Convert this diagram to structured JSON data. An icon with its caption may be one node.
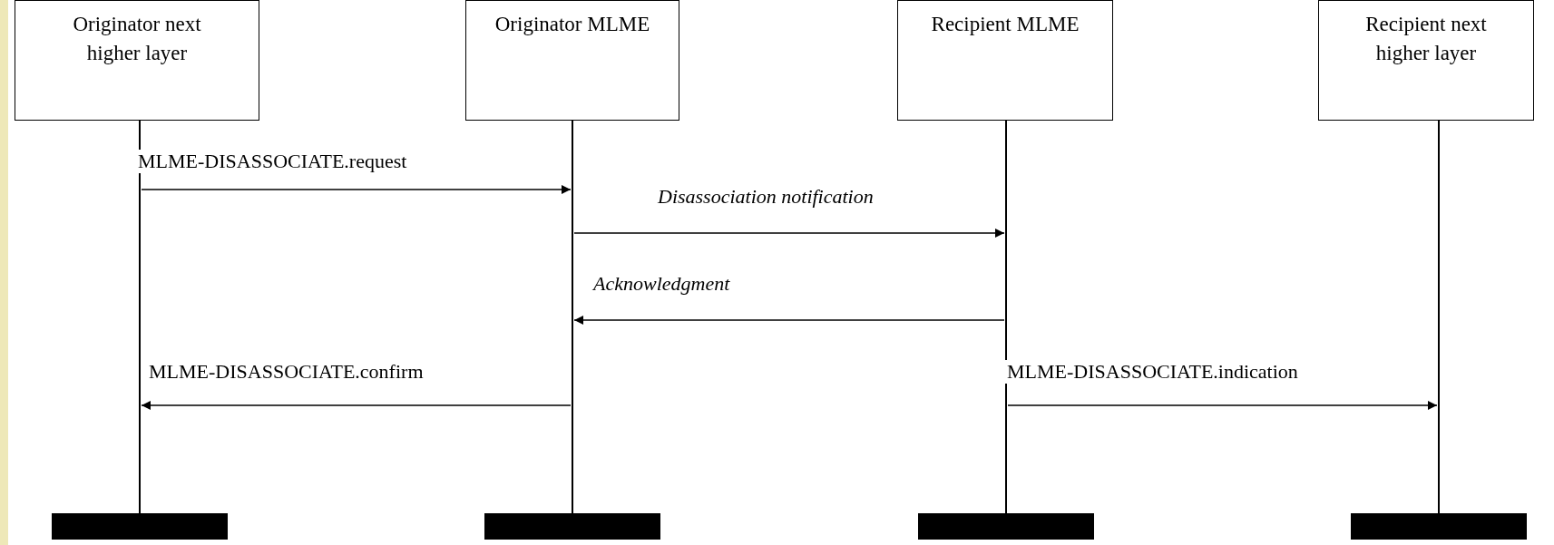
{
  "diagram": {
    "nodes": [
      {
        "text": [
          "Originator next higher layer"
        ]
      },
      {
        "text": [
          "Originator MLME"
        ]
      },
      {
        "text": [
          "Recipient MLME"
        ]
      },
      {
        "text": [
          "Recipient next higher layer"
        ]
      },
      {
        "text": [],
        "shape": "line"
      },
      {
        "text": [],
        "shape": "line"
      },
      {
        "text": [],
        "shape": "line"
      },
      {
        "text": [],
        "shape": "line"
      },
      {
        "text": [],
        "shape": "bar"
      },
      {
        "text": [],
        "shape": "bar"
      },
      {
        "text": [],
        "shape": "bar"
      },
      {
        "text": [],
        "shape": "bar"
      }
    ],
    "edges": [
      {
        "from": 4,
        "to": 5,
        "arrow": "to",
        "label": "MLME-DISASSOCIATE.request"
      },
      {
        "from": 5,
        "to": 6,
        "arrow": "to",
        "label": "Disassociation notification"
      },
      {
        "from": 6,
        "to": 5,
        "arrow": "to",
        "label": "Acknowledgment"
      },
      {
        "from": 5,
        "to": 4,
        "arrow": "to",
        "label": "MLME-DISASSOCIATE.confirm"
      },
      {
        "from": 6,
        "to": 7,
        "arrow": "to",
        "label": "MLME-DISASSOCIATE.indication"
      }
    ]
  }
}
